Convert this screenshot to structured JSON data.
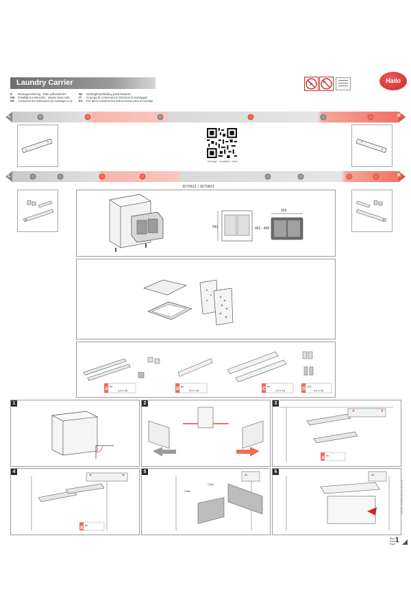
{
  "header": {
    "title": "Laundry Carrier",
    "brand": "Hailo",
    "languages_left": [
      {
        "code": "D",
        "text": "Montageanleitung · Bitte aufbewahren"
      },
      {
        "code": "GB",
        "text": "Installation Instruction · please keep safe"
      },
      {
        "code": "FR",
        "text": "Conserver les instruction de montage s.v.p."
      }
    ],
    "languages_right": [
      {
        "code": "NL",
        "text": "Montagehandleiding goed bewaren"
      },
      {
        "code": "IT",
        "text": "Si prega di conservare le istruzioni di montaggio"
      },
      {
        "code": "ES",
        "text": "Por favor conserve las instrucciones para el montaje"
      }
    ],
    "warning_icons": [
      "no-screwdriver-icon",
      "no-hammer-icon"
    ],
    "manual_icon": "manual-icon"
  },
  "rails": {
    "left_label": "L",
    "right_label": "R",
    "accent_color": "#f26b5b",
    "base_color": "#b9b9b9"
  },
  "qr": {
    "caption": "Montage / Installation Video"
  },
  "article_number": "3270511 / 3270821",
  "dimensions": {
    "width": "329",
    "depth": "462 - 468",
    "height": "541"
  },
  "parts": [
    {
      "label": "A",
      "qty": "8x",
      "size": "4,5 x 16"
    },
    {
      "label": "B",
      "qty": "8x",
      "size": "4,5 x 16"
    },
    {
      "label": "C",
      "qty": "8x",
      "size": "4,5 x 16"
    },
    {
      "label": "D",
      "qty": "12x",
      "size": "4,5 x 16"
    }
  ],
  "steps": [
    {
      "number": "1"
    },
    {
      "number": "2"
    },
    {
      "number": "3",
      "tag": "A",
      "qty": "8x"
    },
    {
      "number": "4",
      "tag": "B",
      "qty": "8x"
    },
    {
      "number": "5",
      "click": "Click",
      "qty": "3x"
    },
    {
      "number": "6",
      "qty": "4x"
    }
  ],
  "footer": {
    "page_number": "1",
    "page_info": "Blatt\nSeite\nPage",
    "doc_code": "3270511 / 3270821 Hailo Laundry Carrier"
  },
  "colors": {
    "accent": "#f26b5b",
    "brand_red": "#c62828",
    "line": "#9a9a9a"
  }
}
